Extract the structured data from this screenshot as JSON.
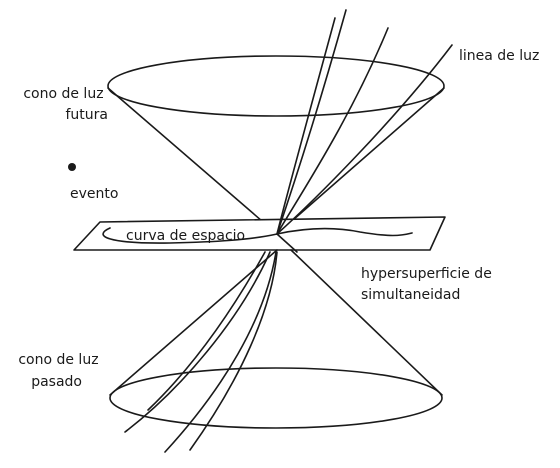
{
  "labels": {
    "future_cone": [
      "cono de luz",
      "futura"
    ],
    "event": "evento",
    "light_line": "linea de luz",
    "space_curve": "curva de espacio",
    "hypersurface": [
      "hypersuperficie de",
      "simultaneidad"
    ],
    "past_cone": [
      "cono de luz",
      "pasado"
    ]
  },
  "colors": {
    "ink": "#1a1a1a",
    "background": "#ffffff"
  }
}
